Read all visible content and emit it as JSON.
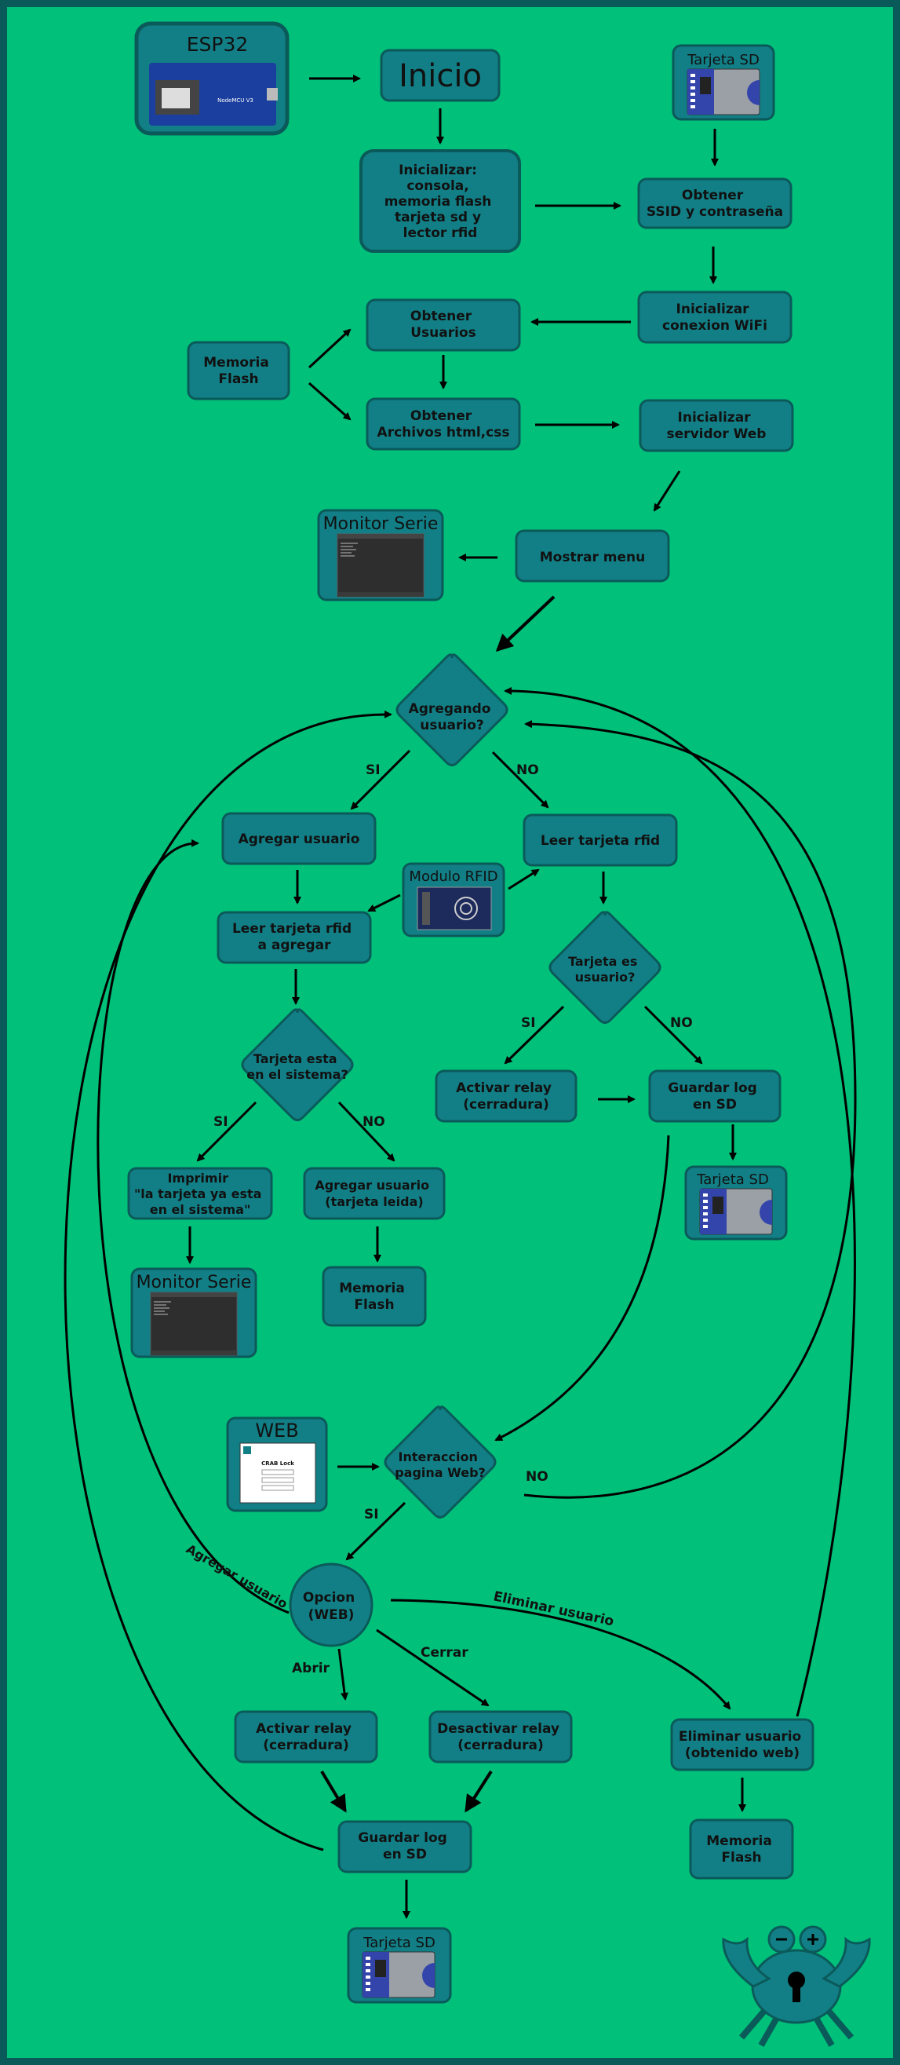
{
  "colors": {
    "background": "#00c07a",
    "border": "#0b5a5a",
    "node_fill": "#127f86",
    "node_stroke": "#0b5a5a",
    "text": "#111111"
  },
  "nodes": {
    "esp32_title": "ESP32",
    "esp32_board_label": "NodeMCU V3",
    "inicio": "Inicio",
    "inicializar": [
      "Inicializar:",
      "consola,",
      "memoria flash",
      "tarjeta sd y",
      "lector rfid"
    ],
    "tarjeta_sd": "Tarjeta SD",
    "obtener_ssid": [
      "Obtener",
      "SSID y contraseña"
    ],
    "init_wifi": [
      "Inicializar",
      "conexion WiFi"
    ],
    "obtener_usuarios": [
      "Obtener",
      "Usuarios"
    ],
    "memoria_flash": [
      "Memoria",
      "Flash"
    ],
    "obtener_archivos": [
      "Obtener",
      "Archivos html,css"
    ],
    "init_web": [
      "Inicializar",
      "servidor Web"
    ],
    "monitor_serie": "Monitor Serie",
    "mostrar_menu": "Mostrar menu",
    "agregando_usuario": [
      "Agregando",
      "usuario?"
    ],
    "agregar_usuario": "Agregar usuario",
    "leer_rfid": "Leer tarjeta rfid",
    "modulo_rfid": "Modulo RFID",
    "leer_rfid_agregar": [
      "Leer tarjeta rfid",
      "a agregar"
    ],
    "tarjeta_es_usuario": [
      "Tarjeta es",
      "usuario?"
    ],
    "tarjeta_en_sistema": [
      "Tarjeta esta",
      "en el sistema?"
    ],
    "activar_relay": [
      "Activar relay",
      "(cerradura)"
    ],
    "guardar_log": [
      "Guardar log",
      "en SD"
    ],
    "imprimir": [
      "Imprimir",
      "\"la tarjeta ya esta",
      "en el sistema\""
    ],
    "agregar_leida": [
      "Agregar usuario",
      "(tarjeta leida)"
    ],
    "web": "WEB",
    "web_page_title": "CRAB Lock",
    "interaccion_web": [
      "Interaccion",
      "pagina Web?"
    ],
    "opcion_web": [
      "Opcion",
      "(WEB)"
    ],
    "desactivar_relay": [
      "Desactivar relay",
      "(cerradura)"
    ],
    "eliminar_usuario": [
      "Eliminar usuario",
      "(obtenido web)"
    ]
  },
  "edge_labels": {
    "si": "SI",
    "no": "NO",
    "agregar_usuario": "Agregar usuario",
    "eliminar_usuario": "Eliminar usuario",
    "cerrar": "Cerrar",
    "abrir": "Abrir"
  },
  "icons": [
    "esp32-board-icon",
    "sd-card-icon",
    "serial-monitor-icon",
    "rfid-module-icon",
    "web-page-icon",
    "crab-lock-logo-icon"
  ]
}
